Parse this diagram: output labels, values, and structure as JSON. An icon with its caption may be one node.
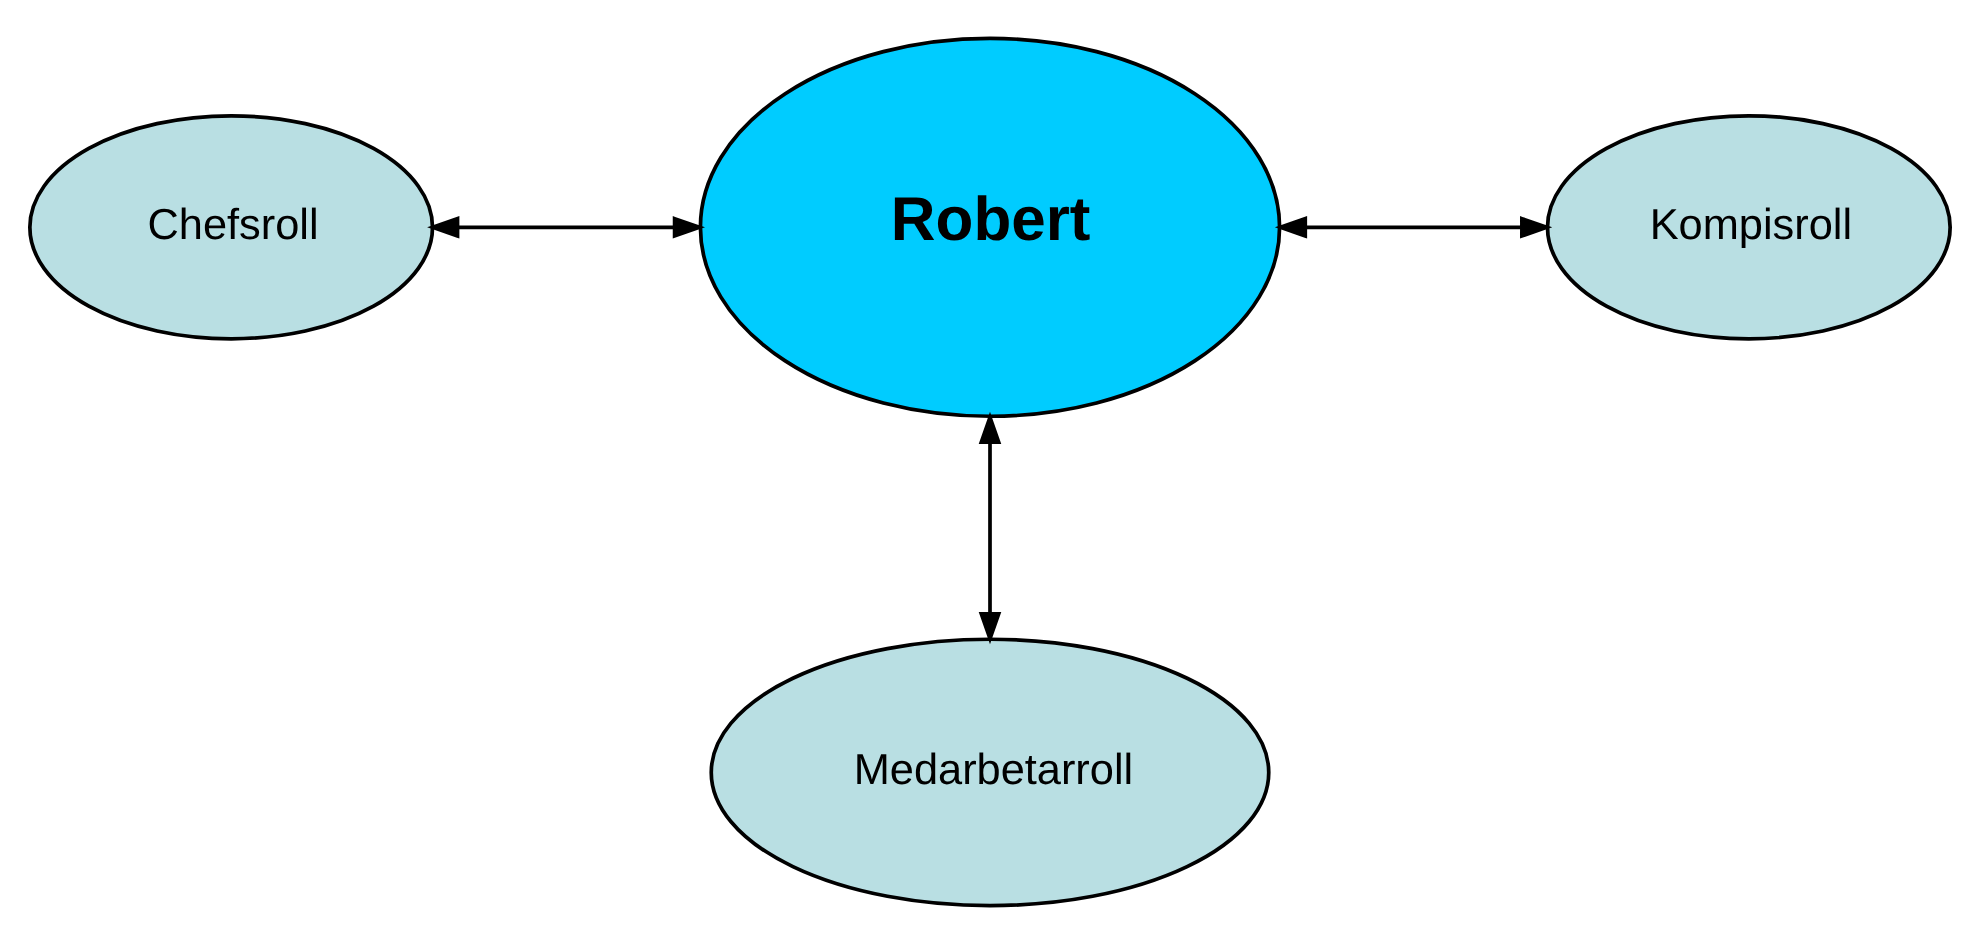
{
  "diagram": {
    "nodes": [
      {
        "text": [
          "Robert"
        ]
      },
      {
        "text": [
          "Chefsroll"
        ]
      },
      {
        "text": [
          "Kompisroll"
        ]
      },
      {
        "text": [
          "Medarbetarroll"
        ]
      }
    ],
    "edges": [
      {
        "from": 1,
        "to": 0,
        "arrow": "both"
      },
      {
        "from": 0,
        "to": 2,
        "arrow": "both"
      },
      {
        "from": 0,
        "to": 3,
        "arrow": "both"
      }
    ]
  }
}
